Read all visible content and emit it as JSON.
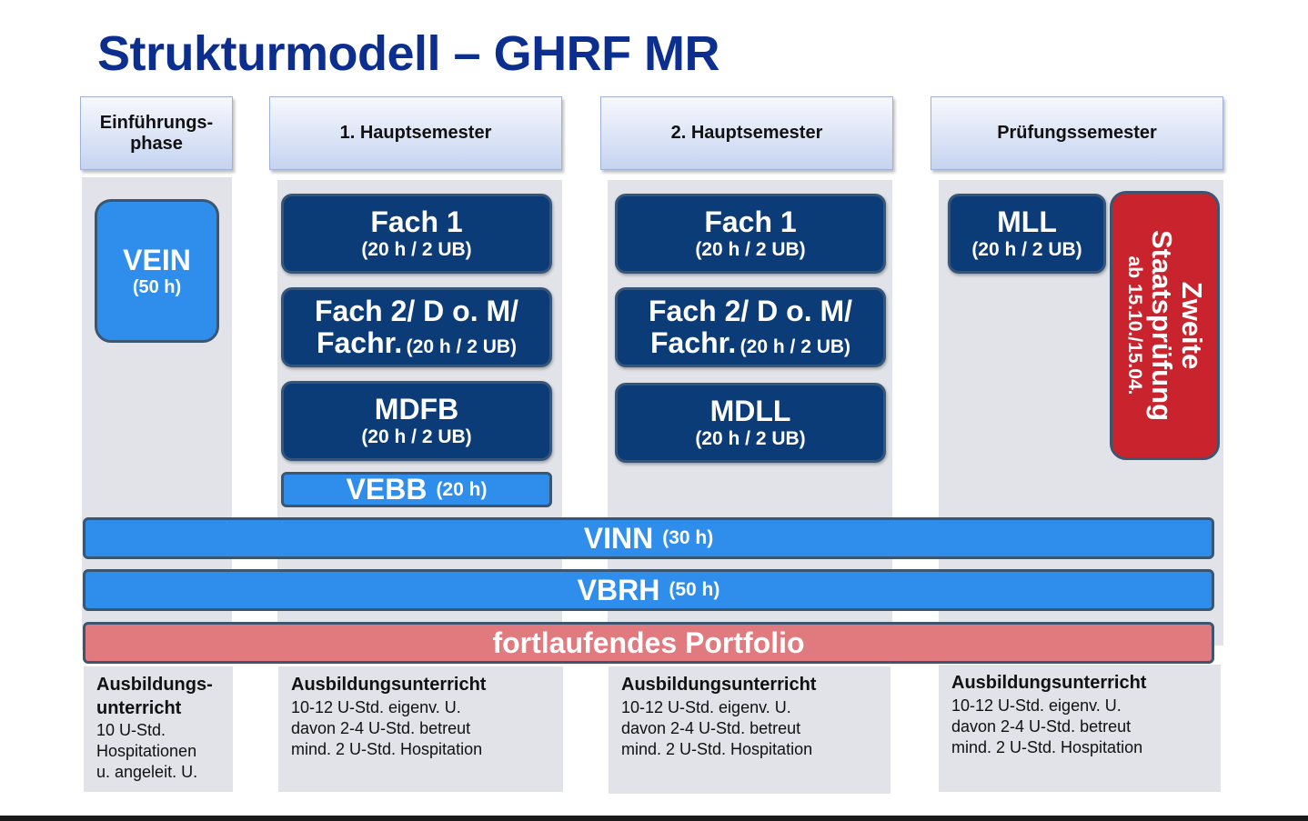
{
  "title": "Strukturmodell – GHRF MR",
  "phases": [
    {
      "label_1": "Einführungs-",
      "label_2": "phase"
    },
    {
      "label": "1. Hauptsemester"
    },
    {
      "label": "2. Hauptsemester"
    },
    {
      "label": "Prüfungssemester"
    }
  ],
  "vein": {
    "name": "VEIN",
    "hours": "(50 h)"
  },
  "sem1": {
    "fach1": {
      "name": "Fach 1",
      "detail": "(20 h / 2 UB)"
    },
    "fach2": {
      "line1": "Fach 2/  D o. M/",
      "line2": "Fachr.",
      "detail": "(20 h / 2 UB)"
    },
    "mdfb": {
      "name": "MDFB",
      "detail": "(20 h / 2 UB)"
    },
    "vebb": {
      "name": "VEBB",
      "detail": "(20 h)"
    }
  },
  "sem2": {
    "fach1": {
      "name": "Fach 1",
      "detail": "(20 h / 2 UB)"
    },
    "fach2": {
      "line1": "Fach 2/  D o. M/",
      "line2": "Fachr.",
      "detail": "(20 h / 2 UB)"
    },
    "mdll": {
      "name": "MDLL",
      "detail": "(20 h / 2 UB)"
    }
  },
  "pruef": {
    "mll": {
      "name": "MLL",
      "detail": "(20 h / 2 UB)"
    },
    "staat": {
      "line1": "Zweite",
      "line2": "Staatsprüfung",
      "detail": "ab 15.10./15.04."
    }
  },
  "vinn": {
    "name": "VINN",
    "detail": "(30 h)"
  },
  "vbrh": {
    "name": "VBRH",
    "detail": "(50 h)"
  },
  "portfolio": "fortlaufendes Portfolio",
  "info": [
    {
      "heading_1": "Ausbildungs-",
      "heading_2": "unterricht",
      "lines": [
        "10 U-Std.",
        "Hospitationen",
        "u. angeleit. U."
      ]
    },
    {
      "heading": "Ausbildungsunterricht",
      "lines": [
        "10-12 U-Std. eigenv. U.",
        "davon 2-4 U-Std. betreut",
        "mind. 2 U-Std. Hospitation"
      ]
    },
    {
      "heading": "Ausbildungsunterricht",
      "lines": [
        "10-12 U-Std. eigenv. U.",
        "davon 2-4 U-Std. betreut",
        "mind. 2 U-Std. Hospitation"
      ]
    },
    {
      "heading": "Ausbildungsunterricht",
      "lines": [
        "10-12 U-Std. eigenv. U.",
        "davon 2-4 U-Std. betreut",
        "mind. 2 U-Std. Hospitation"
      ]
    }
  ],
  "colors": {
    "title": "#0c2f8f",
    "navy_box": "#0c3c78",
    "light_blue_box": "#2f8eeb",
    "portfolio": "#e07a7e",
    "staatspruefung": "#c9242e",
    "column_background": "#e1e3e8"
  }
}
